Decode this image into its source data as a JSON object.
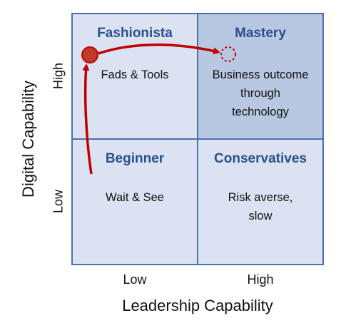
{
  "quadrants": {
    "top_left": {
      "title": "Fashionista",
      "body": "Fads & Tools"
    },
    "top_right": {
      "title": "Mastery",
      "body": "Business outcome\nthrough\ntechnology"
    },
    "bottom_left": {
      "title": "Beginner",
      "body": "Wait & See"
    },
    "bottom_right": {
      "title": "Conservatives",
      "body": "Risk averse,\nslow"
    }
  },
  "x_axis": {
    "label": "Leadership Capability",
    "ticks": [
      "Low",
      "High"
    ]
  },
  "y_axis": {
    "label": "Digital Capability",
    "ticks": [
      "Low",
      "High"
    ]
  },
  "colors": {
    "accent": "#c00000",
    "border": "#4f6fa8",
    "title": "#2d4f8e",
    "quad_light": "#dbe3f2",
    "quad_dark": "#b8c8e3"
  }
}
